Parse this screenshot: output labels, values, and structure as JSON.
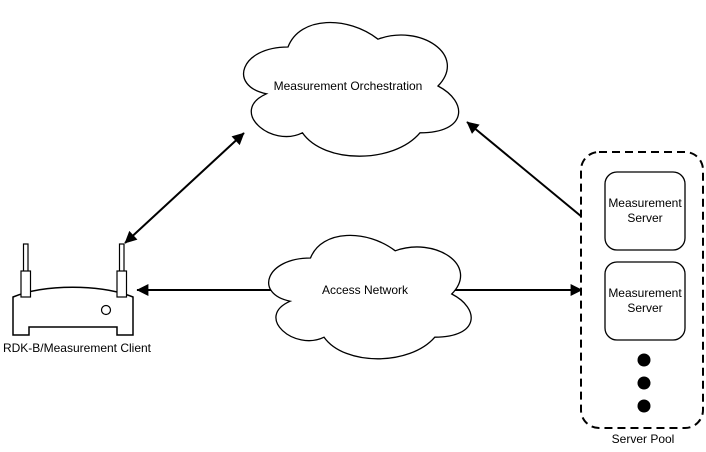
{
  "diagram": {
    "background_color": "#ffffff",
    "stroke_color": "#000000",
    "orchestration_cloud": {
      "label": "Measurement Orchestration"
    },
    "access_cloud": {
      "label": "Access Network"
    },
    "client": {
      "label": "RDK-B/Measurement Client"
    },
    "server_pool": {
      "label": "Server Pool",
      "servers": [
        {
          "label": "Measurement Server"
        },
        {
          "label": "Measurement Server"
        }
      ],
      "ellipsis_dot_count": 3
    },
    "links": [
      {
        "name": "client-orchestration",
        "arrowheads": "both"
      },
      {
        "name": "orchestration-serverpool",
        "arrowheads": "orchestration-end"
      },
      {
        "name": "client-accessnetwork",
        "arrowheads": "client-end"
      },
      {
        "name": "accessnetwork-serverpool",
        "arrowheads": "serverpool-end"
      }
    ]
  }
}
